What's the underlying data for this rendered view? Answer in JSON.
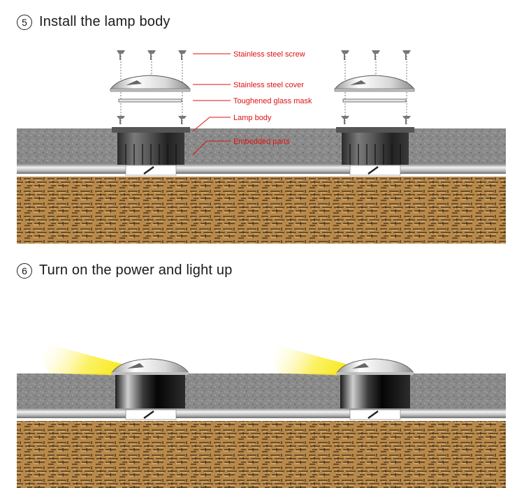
{
  "steps": [
    {
      "number": "5",
      "title": "Install the lamp body"
    },
    {
      "number": "6",
      "title": "Turn on the power and light up"
    }
  ],
  "labels": {
    "screw": "Stainless steel screw",
    "cover": "Stainless steel cover",
    "glass": "Toughened glass mask",
    "body": "Lamp body",
    "embedded": "Embedded parts"
  },
  "colors": {
    "label_red": "#e01010",
    "light_yellow": "#f7e600",
    "soil": "#b8894a",
    "concrete": "#8c8c8c"
  }
}
